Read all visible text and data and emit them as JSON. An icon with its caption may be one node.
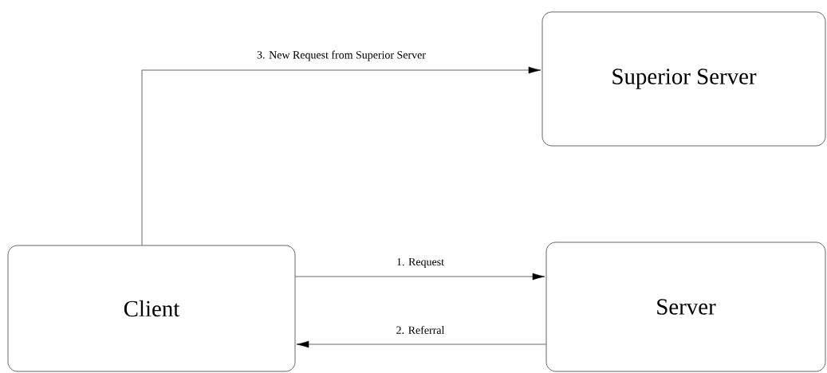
{
  "diagram": {
    "nodes": [
      {
        "text": [
          "Superior Server"
        ]
      },
      {
        "text": [
          "Client"
        ]
      },
      {
        "text": [
          "Server"
        ]
      }
    ],
    "edges": [
      {
        "from": 1,
        "to": 2,
        "arrow": "to",
        "label": "1. Request"
      },
      {
        "from": 2,
        "to": 1,
        "arrow": "to",
        "label": "2. Referral"
      },
      {
        "from": 1,
        "to": 0,
        "arrow": "to",
        "label": "3. New Request from Superior Server"
      }
    ]
  }
}
